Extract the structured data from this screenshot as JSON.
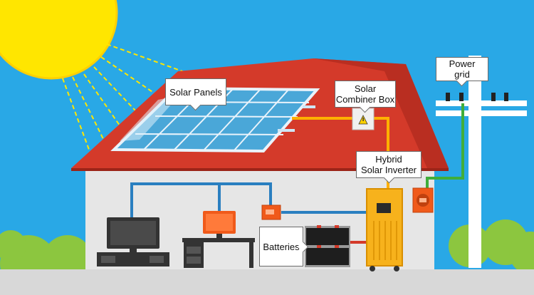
{
  "labels": {
    "solar_panels": "Solar Panels",
    "combiner_line1": "Solar",
    "combiner_line2": "Combiner Box",
    "inverter_line1": "Hybrid",
    "inverter_line2": "Solar Inverter",
    "grid_line1": "Power",
    "grid_line2": "grid",
    "batteries": "Batteries"
  },
  "colors": {
    "sky": "#29a8e6",
    "sun": "#ffe600",
    "roof": "#d43a2a",
    "wall": "#e6e6e6",
    "dc_wire": "#ffb000",
    "grid_wire": "#3fae3a",
    "load_wire": "#2a7fc0",
    "battery_wire": "#d43a2a",
    "inverter": "#f7b21c",
    "ground": "#d8d8d8",
    "bush": "#8cc63f"
  },
  "icons": [
    "sun-icon",
    "solar-panel-icon",
    "warning-icon",
    "tv-icon",
    "monitor-icon",
    "battery-icon",
    "inverter-icon",
    "meter-icon",
    "utility-pole-icon"
  ]
}
